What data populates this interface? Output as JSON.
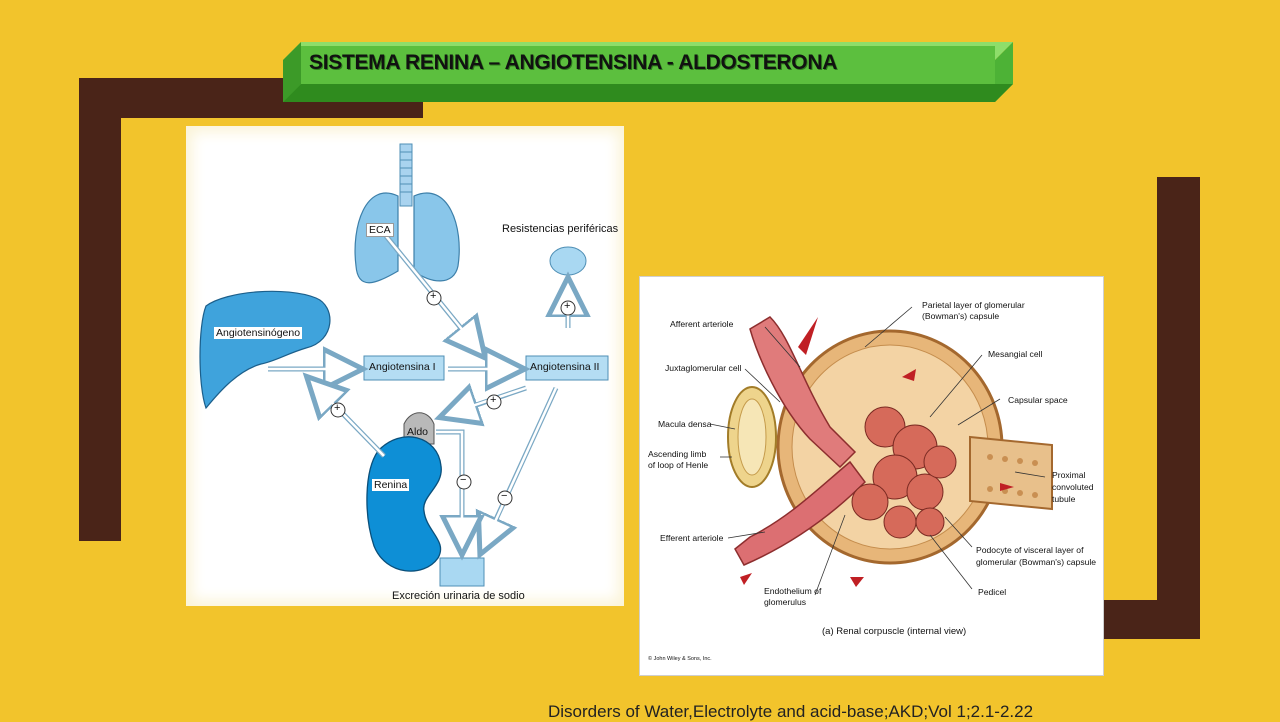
{
  "slide": {
    "title": "SISTEMA RENINA – ANGIOTENSINA - ALDOSTERONA",
    "citation": "Disorders of Water,Electrolyte and acid-base;AKD;Vol 1;2.1-2.22",
    "colors": {
      "background": "#f2c42c",
      "bracket": "#4a2418",
      "banner_green": "#5cbf3e",
      "organ_blue": "#3fa3dc"
    }
  },
  "left_diagram": {
    "organ_labels": {
      "lungs": "ECA",
      "liver": "Angiotensinógeno",
      "adrenal": "Aldo",
      "kidney": "Renina"
    },
    "boxes": {
      "angiotensin_1": "Angiotensina I",
      "angiotensin_2": "Angiotensina II"
    },
    "peripheral_resistance": "Resistencias periféricas",
    "sodium_excretion": "Excreción urinaria de sodio",
    "signs": {
      "plus": "+",
      "minus": "−"
    }
  },
  "right_diagram": {
    "labels": {
      "afferent": "Afferent arteriole",
      "juxta": "Juxtaglomerular cell",
      "macula": "Macula densa",
      "ascending_1": "Ascending limb",
      "ascending_2": "of loop of Henle",
      "efferent": "Efferent arteriole",
      "endo_1": "Endothelium of",
      "endo_2": "glomerulus",
      "parietal_1": "Parietal layer of glomerular",
      "parietal_2": "(Bowman's) capsule",
      "mesangial": "Mesangial cell",
      "capsular": "Capsular space",
      "proximal_1": "Proximal",
      "proximal_2": "convoluted",
      "proximal_3": "tubule",
      "podocyte_1": "Podocyte of visceral layer of",
      "podocyte_2": "glomerular (Bowman's) capsule",
      "pedicel": "Pedicel"
    },
    "caption": "(a) Renal corpuscle (internal view)",
    "copyright": "© John Wiley & Sons, Inc."
  }
}
